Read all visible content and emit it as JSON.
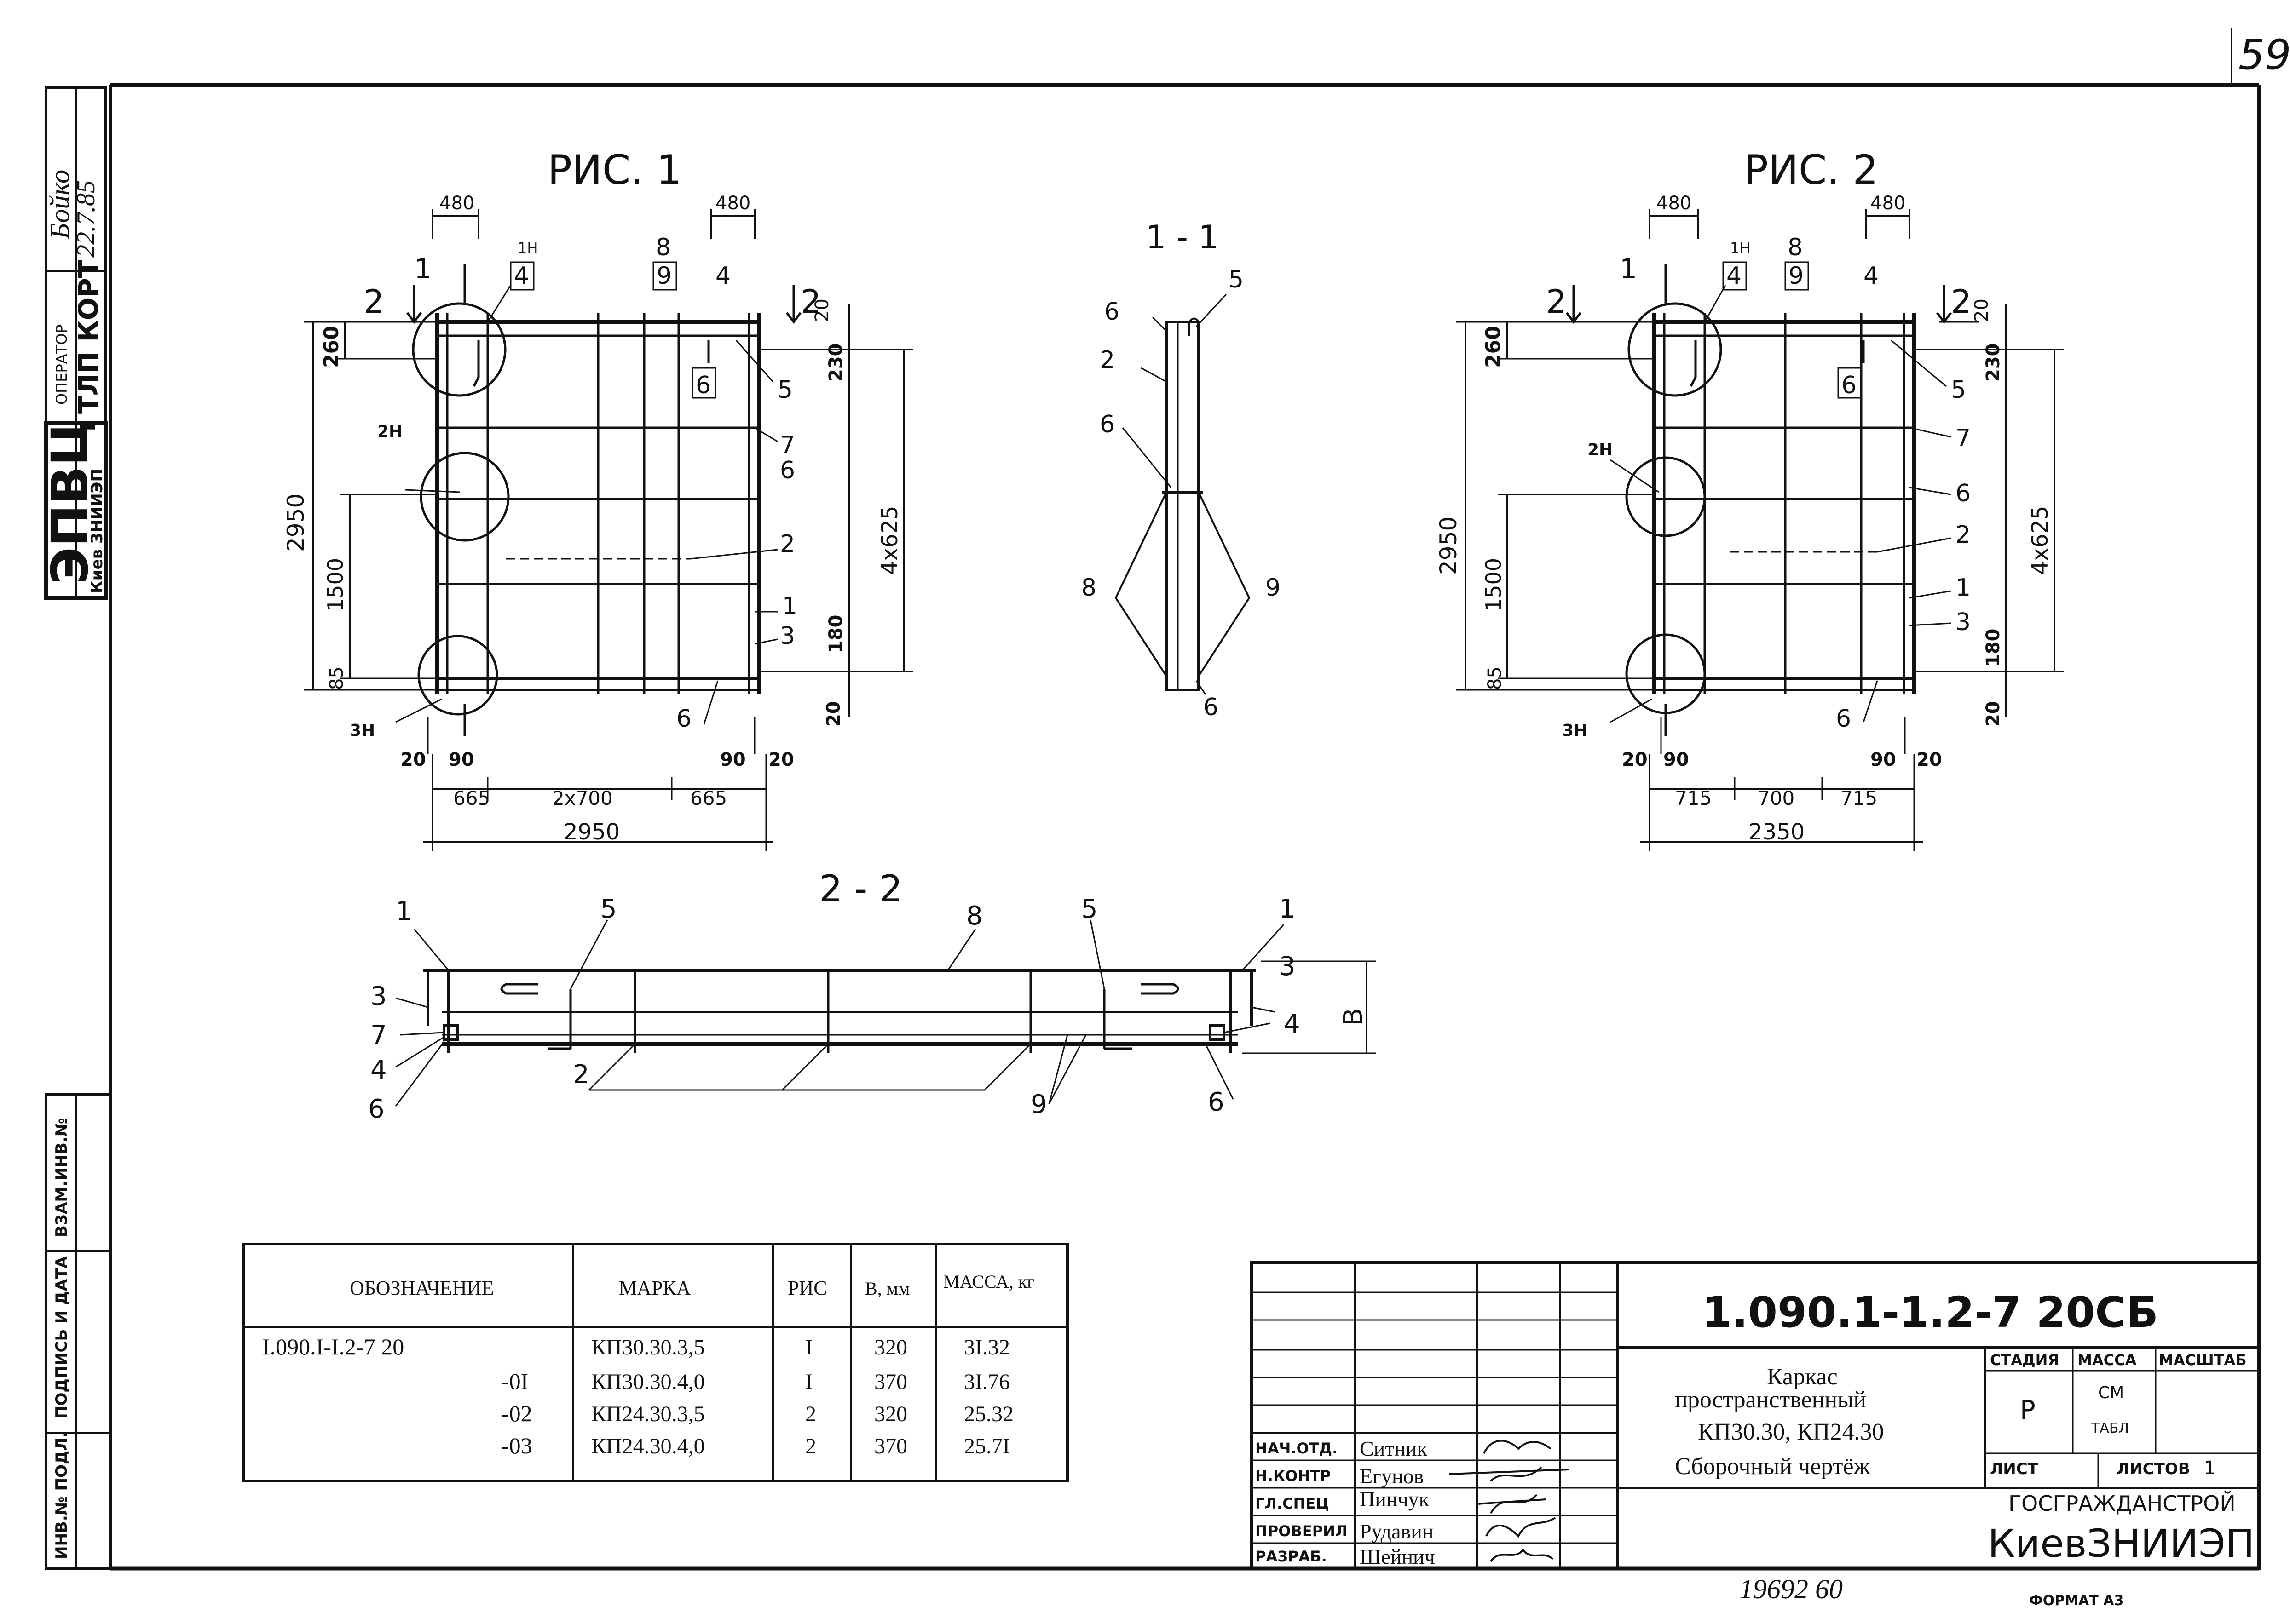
{
  "page": {
    "corner_number": "59",
    "bottom_inventory": "19692  60",
    "format": "ФОРМАТ А3"
  },
  "left_stamp": {
    "org_short": "ЭПВЦ",
    "org_sub": "Киев ЗНИИЭП",
    "operator_label": "ОПЕРАТОР",
    "operator_value": "ТЛП КОРТ",
    "name_handwritten": "Бойко",
    "date_handwritten": "22.7.85"
  },
  "side_columns": [
    "ВЗАМ.ИНВ.№",
    "ПОДПИСЬ И ДАТА",
    "ИНВ.№ ПОДЛ."
  ],
  "fig1": {
    "title": "РИС. 1",
    "dims": {
      "top_left": "480",
      "top_right": "480",
      "left_total": "2950",
      "left_top": "260",
      "left_mid": "1500",
      "left_bot": "85",
      "right_top": "20",
      "right_second": "230",
      "right_span": "4x625",
      "right_lower": "180",
      "right_bottom": "20",
      "bot_20a": "20",
      "bot_90a": "90",
      "bot_90b": "90",
      "bot_20b": "20",
      "bot_665a": "665",
      "bot_mid": "2x700",
      "bot_665b": "665",
      "bot_total": "2950"
    },
    "section_marks": {
      "s1": "1",
      "s2": "2"
    },
    "callouts": {
      "c1H": "1Н",
      "c2H": "2Н",
      "c3H": "3Н",
      "p4a": "4",
      "p8": "8",
      "p9": "9",
      "p4b": "4",
      "p6box": "6",
      "p5": "5",
      "p7": "7",
      "p6r": "6",
      "p2": "2",
      "p1": "1",
      "p3": "3",
      "p6b": "6"
    }
  },
  "fig2": {
    "title": "РИС. 2",
    "dims": {
      "top_left": "480",
      "top_right": "480",
      "left_total": "2950",
      "left_top": "260",
      "left_mid": "1500",
      "left_bot": "85",
      "right_top": "20",
      "right_second": "230",
      "right_span": "4x625",
      "right_lower": "180",
      "right_bottom": "20",
      "bot_20a": "20",
      "bot_90a": "90",
      "bot_90b": "90",
      "bot_20b": "20",
      "bot_715a": "715",
      "bot_mid": "700",
      "bot_715b": "715",
      "bot_total": "2350"
    },
    "section_marks": {
      "s1": "1",
      "s2": "2"
    },
    "callouts": {
      "c1H": "1Н",
      "c2H": "2Н",
      "c3H": "3Н",
      "p4a": "4",
      "p8": "8",
      "p9": "9",
      "p4b": "4",
      "p6box": "6",
      "p5": "5",
      "p7": "7",
      "p6r": "6",
      "p2": "2",
      "p1": "1",
      "p3": "3",
      "p6b": "6"
    }
  },
  "sec11": {
    "title": "1 - 1",
    "callouts": {
      "p6t": "6",
      "p5": "5",
      "p2": "2",
      "p6m": "6",
      "p8": "8",
      "p9": "9",
      "p6b": "6"
    }
  },
  "sec22": {
    "title": "2 - 2",
    "callouts": {
      "p1l": "1",
      "p5l": "5",
      "p8": "8",
      "p5r": "5",
      "p1r": "1",
      "p3l": "3",
      "p7": "7",
      "p4l": "4",
      "p6l": "6",
      "p2": "2",
      "p3r": "3",
      "p4r": "4",
      "p9": "9",
      "p6r": "6",
      "dimB": "В"
    }
  },
  "spec_table": {
    "headers": {
      "designation": "ОБОЗНАЧЕНИЕ",
      "mark": "МАРКА",
      "fig": "РИС",
      "b": "В, мм",
      "mass": "МАССА, кг"
    },
    "rows": [
      {
        "designation": "I.090.I-I.2-7 20",
        "mark": "КП30.30.3,5",
        "fig": "I",
        "b": "320",
        "mass": "3I.32"
      },
      {
        "designation": "-0I",
        "mark": "КП30.30.4,0",
        "fig": "I",
        "b": "370",
        "mass": "3I.76"
      },
      {
        "designation": "-02",
        "mark": "КП24.30.3,5",
        "fig": "2",
        "b": "320",
        "mass": "25.32"
      },
      {
        "designation": "-03",
        "mark": "КП24.30.4,0",
        "fig": "2",
        "b": "370",
        "mass": "25.7I"
      }
    ]
  },
  "title_block": {
    "code": "1.090.1-1.2-7 20СБ",
    "desc_line1": "Каркас",
    "desc_line2": "пространственный",
    "desc_line3": "КП30.30, КП24.30",
    "desc_line4": "Сборочный чертёж",
    "stage_label": "СТАДИЯ",
    "mass_label": "МАССА",
    "scale_label": "МАСШТАБ",
    "stage_value": "Р",
    "mass_value1": "СМ",
    "mass_value2": "ТАБЛ",
    "sheet_label": "ЛИСТ",
    "sheets_label": "ЛИСТОВ",
    "sheets_value": "1",
    "org1": "ГОСГРАЖДАНСТРОЙ",
    "org2": "КиевЗНИИЭП",
    "signers": [
      {
        "role": "НАЧ.ОТД.",
        "name": "Ситник"
      },
      {
        "role": "Н.КОНТР",
        "name": "Егунов"
      },
      {
        "role": "ГЛ.СПЕЦ",
        "name": "Пинчук"
      },
      {
        "role": "ПРОВЕРИЛ",
        "name": "Рудавин"
      },
      {
        "role": "РАЗРАБ.",
        "name": "Шейнич"
      }
    ]
  }
}
